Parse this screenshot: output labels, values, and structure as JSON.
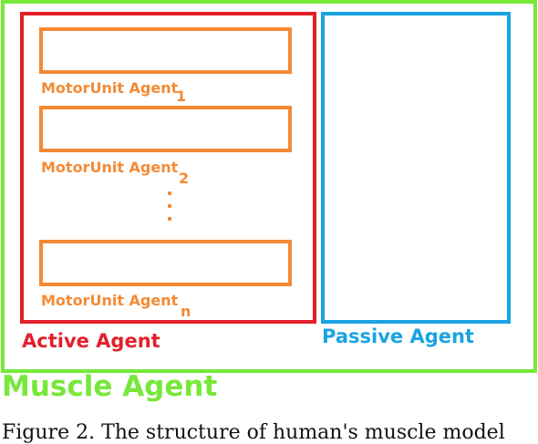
{
  "diagram": {
    "muscle_agent": {
      "label": "Muscle Agent"
    },
    "active_agent": {
      "label": "Active Agent",
      "motor_units": [
        {
          "label": "MotorUnit Agent",
          "subscript": "1"
        },
        {
          "label": "MotorUnit Agent",
          "subscript": "2"
        },
        {
          "label": "MotorUnit Agent",
          "subscript": "n"
        }
      ]
    },
    "passive_agent": {
      "label": "Passive Agent"
    }
  },
  "caption": "Figure 2. The structure of human's muscle model",
  "colors": {
    "muscle": "#77e83a",
    "active": "#e3202a",
    "passive": "#1aa3e2",
    "motor_unit": "#f48a35"
  }
}
